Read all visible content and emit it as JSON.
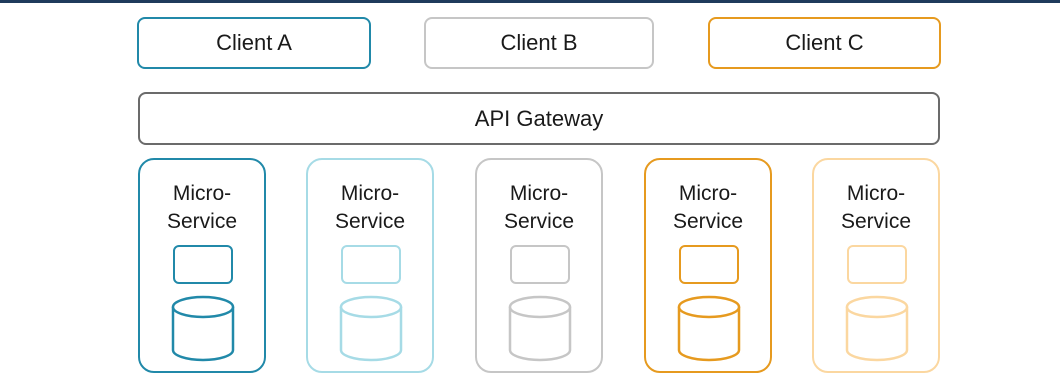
{
  "colors": {
    "teal": "#2189a9",
    "light_teal": "#a6dbe6",
    "gray": "#c6c6c6",
    "orange": "#e69a1f",
    "light_orange": "#fbd7a0",
    "gateway_border": "#6b6b6b",
    "top_rule": "#1f3b5c"
  },
  "clients": [
    {
      "label": "Client A",
      "color": "#2189a9"
    },
    {
      "label": "Client B",
      "color": "#c6c6c6"
    },
    {
      "label": "Client C",
      "color": "#e69a1f"
    }
  ],
  "gateway": {
    "label": "API Gateway"
  },
  "services": [
    {
      "line1": "Micro-",
      "line2": "Service",
      "color": "#2189a9"
    },
    {
      "line1": "Micro-",
      "line2": "Service",
      "color": "#a6dbe6"
    },
    {
      "line1": "Micro-",
      "line2": "Service",
      "color": "#c6c6c6"
    },
    {
      "line1": "Micro-",
      "line2": "Service",
      "color": "#e69a1f"
    },
    {
      "line1": "Micro-",
      "line2": "Service",
      "color": "#fbd7a0"
    }
  ]
}
